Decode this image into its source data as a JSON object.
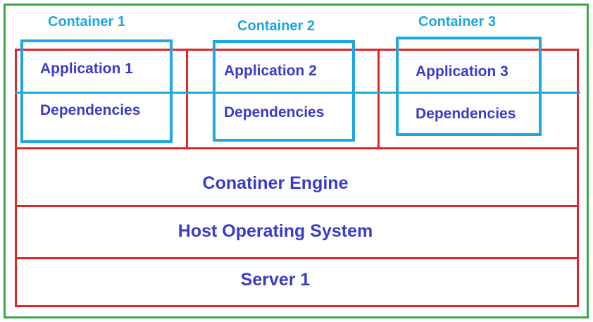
{
  "colors": {
    "frame": "#3aa84a",
    "layer_border": "#e0252b",
    "container_border": "#1ea7e1",
    "container_label": "#1ea7e1",
    "text": "#3b3bc9"
  },
  "containers": [
    {
      "label": "Container 1",
      "application": "Application 1",
      "dependencies": "Dependencies"
    },
    {
      "label": "Container 2",
      "application": "Application 2",
      "dependencies": "Dependencies"
    },
    {
      "label": "Container 3",
      "application": "Application 3",
      "dependencies": "Dependencies"
    }
  ],
  "layers": {
    "engine": "Conatiner Engine",
    "os": "Host Operating System",
    "server": "Server 1"
  }
}
